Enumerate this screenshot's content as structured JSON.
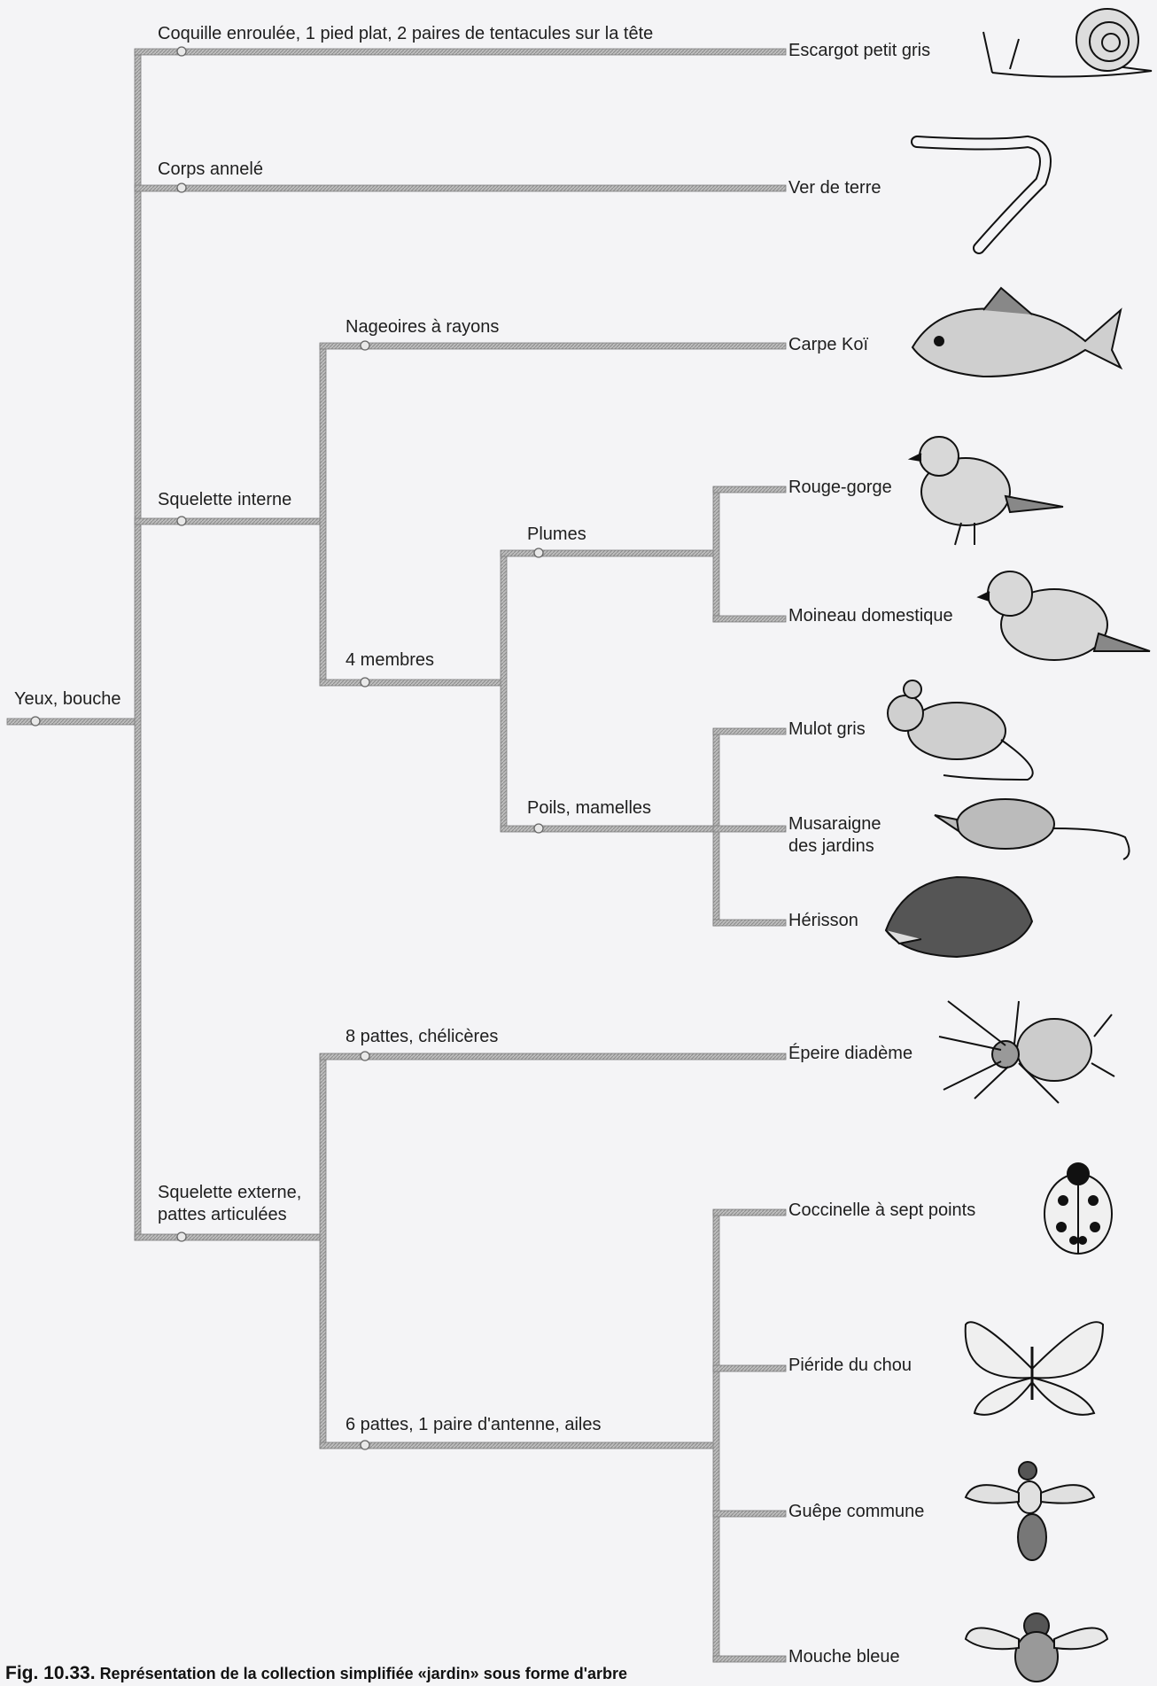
{
  "root": "Yeux, bouche",
  "characters": {
    "coquille": "Coquille enroulée, 1 pied plat, 2 paires de tentacules sur la tête",
    "corps": "Corps annelé",
    "nageoires": "Nageoires à rayons",
    "squelette_interne": "Squelette interne",
    "plumes": "Plumes",
    "membres": "4 membres",
    "poils": "Poils, mamelles",
    "huit_pattes": "8 pattes, chélicères",
    "squelette_externe_1": "Squelette externe,",
    "squelette_externe_2": "pattes articulées",
    "six_pattes": "6 pattes, 1 paire d'antenne, ailes"
  },
  "species": {
    "escargot": "Escargot petit gris",
    "ver": "Ver de terre",
    "carpe": "Carpe Koï",
    "rouge_gorge": "Rouge-gorge",
    "moineau": "Moineau domestique",
    "mulot": "Mulot gris",
    "musaraigne_1": "Musaraigne",
    "musaraigne_2": "des jardins",
    "herisson": "Hérisson",
    "epeire": "Épeire diadème",
    "coccinelle": "Coccinelle à sept points",
    "pieride": "Piéride du chou",
    "guepe": "Guêpe commune",
    "mouche": "Mouche bleue"
  },
  "caption": {
    "fig": "Fig. 10.33.",
    "text": "Représentation de la collection simplifiée «jardin» sous forme d'arbre"
  },
  "colors": {
    "branch": "#9a9a9a",
    "branch_light": "#c4c4c4",
    "ink": "#1e1e1e"
  }
}
